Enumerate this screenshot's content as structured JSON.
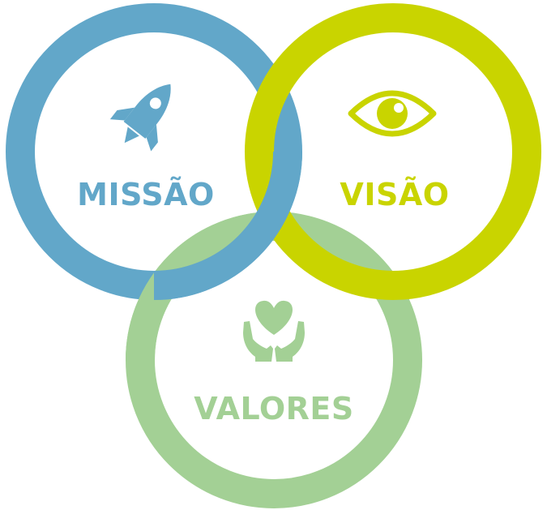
{
  "diagram": {
    "missao": {
      "label": "MISSÃO",
      "color": "#62a7c9",
      "icon": "rocket-icon"
    },
    "visao": {
      "label": "VISÃO",
      "color": "#c9d400",
      "icon": "eye-icon"
    },
    "valores": {
      "label": "VALORES",
      "color": "#a3d095",
      "icon": "heart-in-hands-icon"
    }
  }
}
